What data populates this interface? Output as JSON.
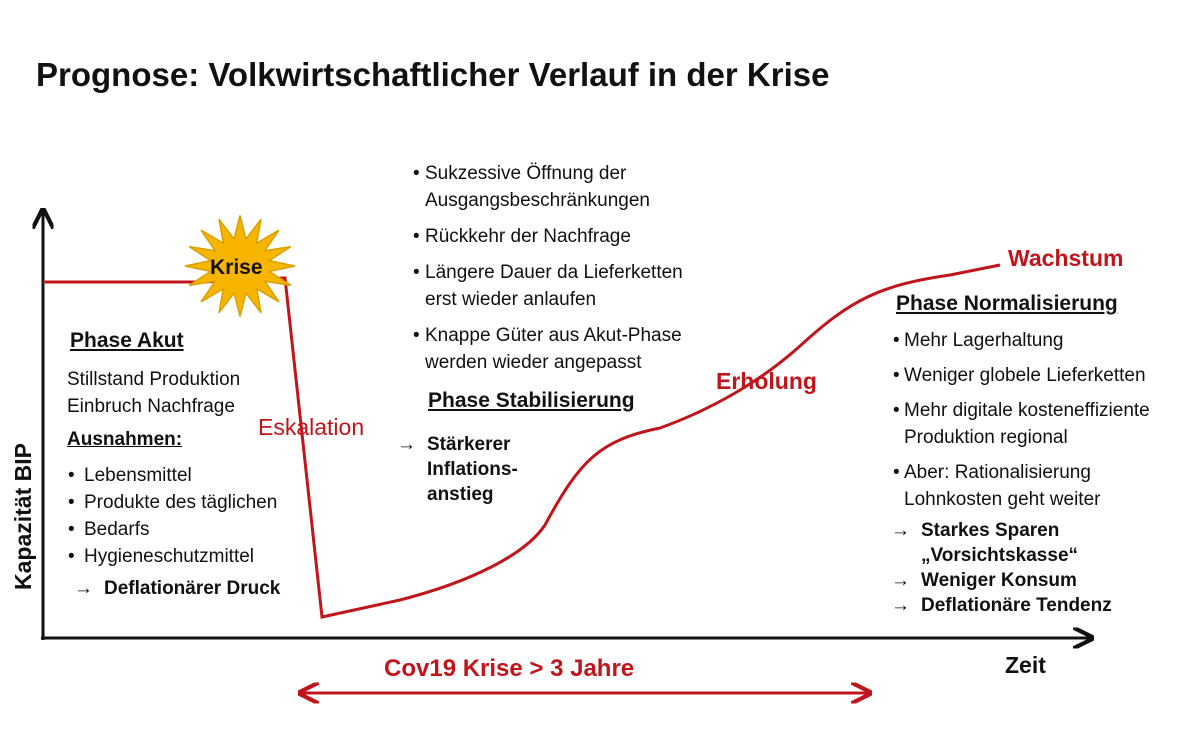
{
  "title": "Prognose: Volkwirtschaftlicher Verlauf in der Krise",
  "axes": {
    "y_label": "Kapazität BIP",
    "x_label": "Zeit"
  },
  "curve_labels": {
    "burst": "Krise",
    "eskalation": "Eskalation",
    "erholung": "Erholung",
    "wachstum": "Wachstum"
  },
  "duration_label": "Cov19 Krise > 3 Jahre",
  "colors": {
    "curve": "#c0151b",
    "burst_fill": "#f7b500",
    "burst_stroke": "#d8a100",
    "axis": "#111111"
  },
  "phase_akut": {
    "heading": "Phase Akut",
    "lines": [
      "Stillstand Produktion",
      "Einbruch Nachfrage"
    ],
    "exceptions_heading": "Ausnahmen:",
    "exceptions": [
      "Lebensmittel",
      "Produkte des täglichen",
      "Bedarfs",
      "Hygieneschutzmittel"
    ],
    "arrow_glyph": "→",
    "conclusion": "Deflationärer Druck"
  },
  "phase_stabilisierung": {
    "bullets": [
      "Sukzessive Öffnung der",
      "Ausgangsbeschränkungen",
      "Rückkehr der Nachfrage",
      "Längere Dauer da Lieferketten",
      "erst wieder anlaufen",
      "Knappe Güter aus Akut-Phase",
      "werden wieder angepasst"
    ],
    "heading": "Phase Stabilisierung",
    "arrow_glyph": "→",
    "conclusion": [
      "Stärkerer",
      "Inflations-",
      "anstieg"
    ]
  },
  "phase_normalisierung": {
    "heading": "Phase Normalisierung",
    "bullets": [
      "Mehr Lagerhaltung",
      "Weniger globele Lieferketten",
      "Mehr digitale kosteneffiziente",
      "Produktion regional",
      "Aber: Rationalisierung",
      "Lohnkosten geht weiter"
    ],
    "arrow_glyph": "→",
    "conclusions": [
      "Starkes Sparen",
      "„Vorsichtskasse“",
      "Weniger Konsum",
      "Deflationäre Tendenz"
    ]
  }
}
